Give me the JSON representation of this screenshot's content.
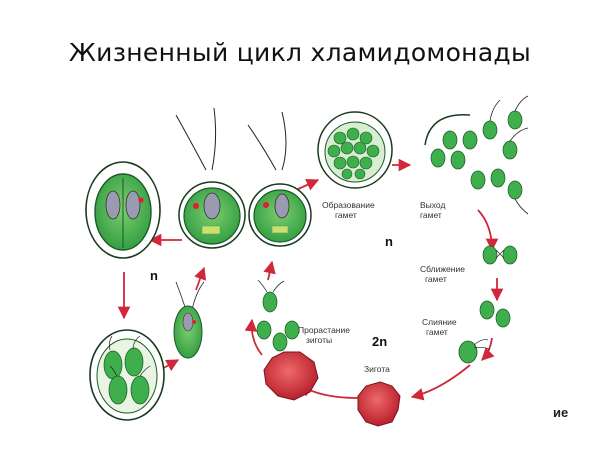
{
  "slide": {
    "title": "Жизненный цикл хламидомонады",
    "trailing_fragment": "ие"
  },
  "diagram": {
    "labels": {
      "gamete_formation": [
        "Образование",
        "гамет"
      ],
      "gamete_exit": [
        "Выход",
        "гамет"
      ],
      "gamete_approach": [
        "Сближение",
        "гамет"
      ],
      "gamete_fusion": [
        "Слияние",
        "гамет"
      ],
      "zygote": "Зигота",
      "zygote_germination": [
        "Прорастание",
        "зиготы"
      ]
    },
    "ploidy": {
      "haploid_right": "n",
      "haploid_left": "n",
      "diploid": "2n"
    },
    "colors": {
      "cell_green": "#3fae4c",
      "cell_outline": "#1a5a25",
      "zygote_red": "#d8323a",
      "arrow_red": "#d0283a",
      "nucleus_grey": "#9a9ab0",
      "stigma_red": "#e01f2a"
    }
  }
}
